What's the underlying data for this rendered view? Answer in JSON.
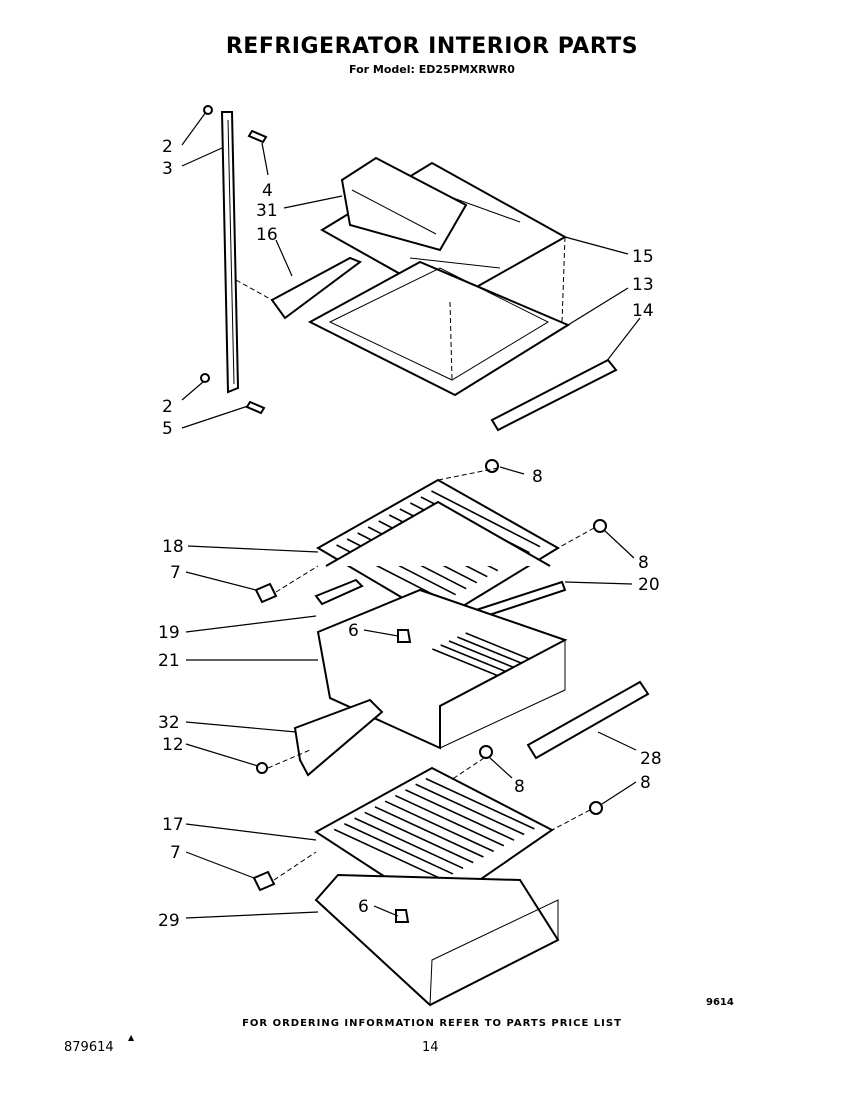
{
  "title": "REFRIGERATOR INTERIOR PARTS",
  "subtitle": "For Model: ED25PMXRWR0",
  "figure_number": "9614",
  "footer_note": "FOR ORDERING INFORMATION REFER TO PARTS PRICE LIST",
  "document_number": "879614",
  "page_number": "14",
  "callouts": [
    "2",
    "3",
    "4",
    "31",
    "16",
    "15",
    "13",
    "14",
    "2",
    "5",
    "8",
    "18",
    "8",
    "7",
    "20",
    "19",
    "6",
    "21",
    "32",
    "12",
    "28",
    "8",
    "8",
    "17",
    "7",
    "6",
    "29"
  ]
}
